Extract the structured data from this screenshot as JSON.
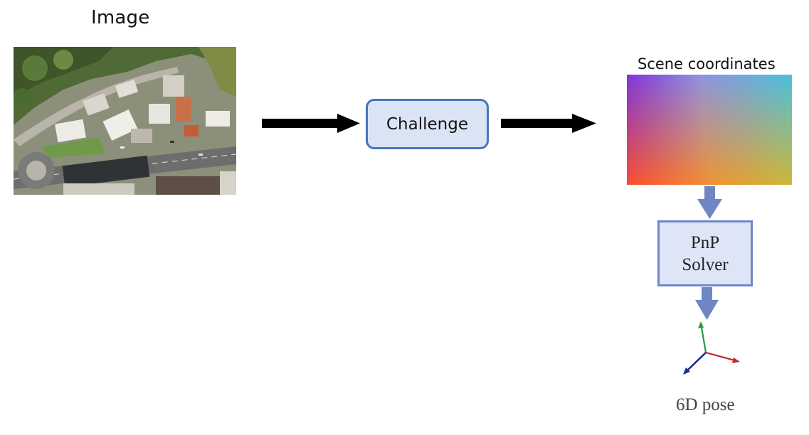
{
  "labels": {
    "image": "Image",
    "challenge": "Challenge",
    "scene_coordinates": "Scene coordinates",
    "pnp_line1": "PnP",
    "pnp_line2": "Solver",
    "pose": "6D pose"
  },
  "colors": {
    "challenge_border": "#4674c0",
    "challenge_fill": "#dbe4f5",
    "pnp_border": "#6f87c9",
    "pnp_fill": "#dde5f6",
    "flow_arrow": "#000000",
    "down_arrow": "#7085c4",
    "axis_x": "#c0282b",
    "axis_y": "#2a9a3a",
    "axis_z": "#1c2f8a"
  },
  "icons": {
    "axes": "coordinate-axes-icon"
  }
}
